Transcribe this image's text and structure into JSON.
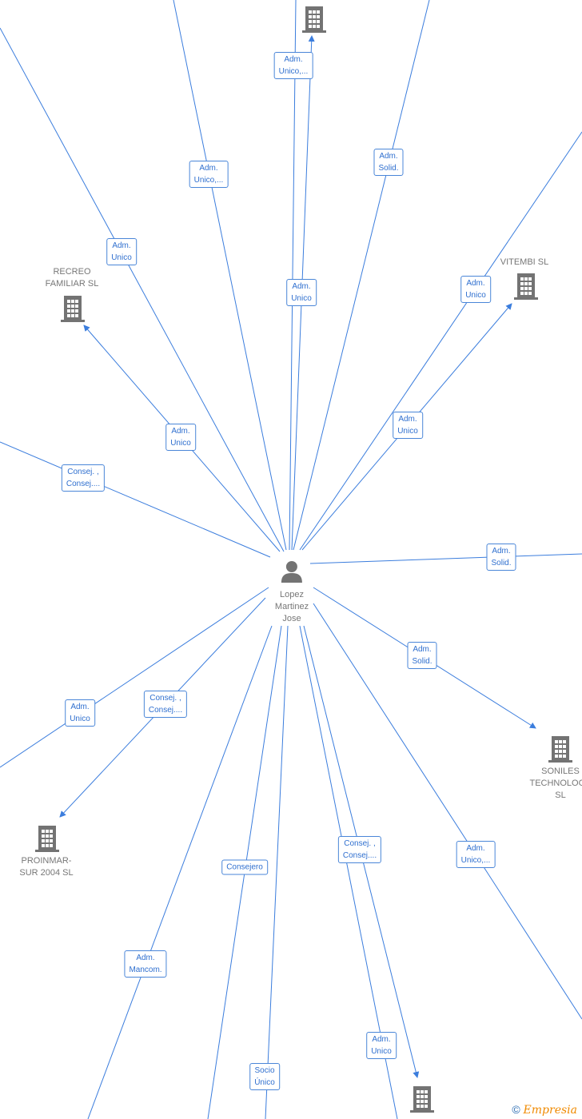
{
  "center": {
    "name": "Lopez\nMartinez\nJose",
    "icon": "person-icon"
  },
  "colors": {
    "edge": "#3b7ddd",
    "node": "#737373"
  },
  "companies": [
    {
      "name": "RECREO\nFAMILIAR SL"
    },
    {
      "name": "VITEMBI SL"
    },
    {
      "name": "SONILES\nTECHNOLOGY\nSL"
    },
    {
      "name": "PROINMAR-\nSUR 2004 SL"
    }
  ],
  "edges": [
    {
      "label": "Adm.\nUnico"
    },
    {
      "label": "Adm.\nUnico,..."
    },
    {
      "label": "Adm.\nUnico,..."
    },
    {
      "label": "Adm.\nUnico"
    },
    {
      "label": "Adm.\nSolid."
    },
    {
      "label": "Adm.\nUnico"
    },
    {
      "label": "Adm.\nUnico"
    },
    {
      "label": "Adm.\nUnico"
    },
    {
      "label": "Consej. ,\nConsej...."
    },
    {
      "label": "Adm.\nSolid."
    },
    {
      "label": "Adm.\nSolid."
    },
    {
      "label": "Adm.\nUnico,..."
    },
    {
      "label": "Adm.\nUnico"
    },
    {
      "label": "Consej. ,\nConsej...."
    },
    {
      "label": "Adm.\nMancom."
    },
    {
      "label": "Consejero"
    },
    {
      "label": "Socio\nÚnico"
    },
    {
      "label": "Adm.\nUnico"
    },
    {
      "label": "Consej. ,\nConsej...."
    }
  ],
  "brand": {
    "copyright": "©",
    "name": "Empresia"
  }
}
